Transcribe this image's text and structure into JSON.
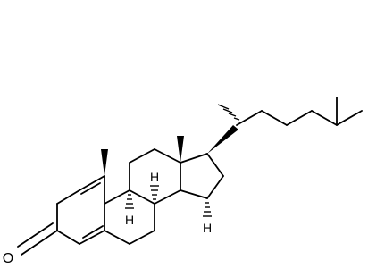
{
  "molecule": {
    "atom_labels": {
      "oxygen": "O",
      "h_c8": "H",
      "h_c9": "H",
      "h_c14": "H"
    }
  }
}
